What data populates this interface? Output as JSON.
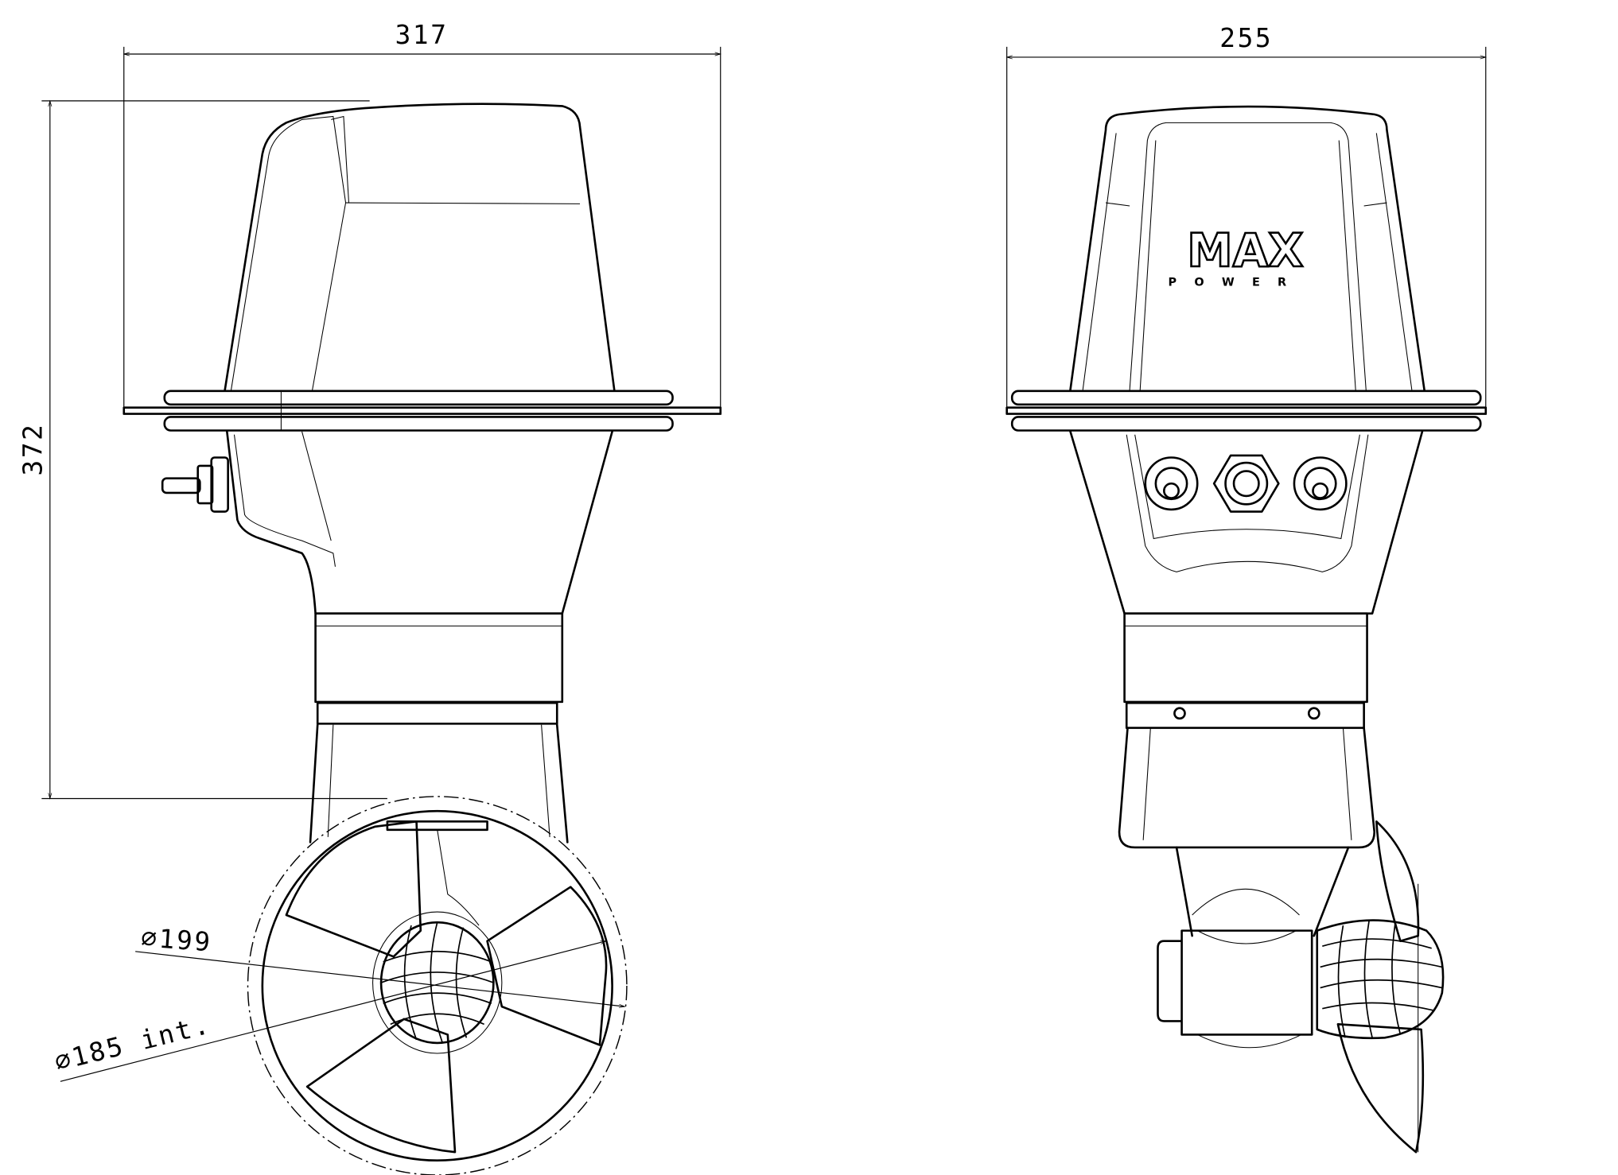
{
  "drawing": {
    "side_view": {
      "width_dimension": "317",
      "height_dimension": "372",
      "tunnel_outer_diameter": "∅199",
      "tunnel_inner_diameter": "∅185 int."
    },
    "front_view": {
      "width_dimension": "255",
      "logo_main": "MAX",
      "logo_sub": "POWER"
    }
  }
}
